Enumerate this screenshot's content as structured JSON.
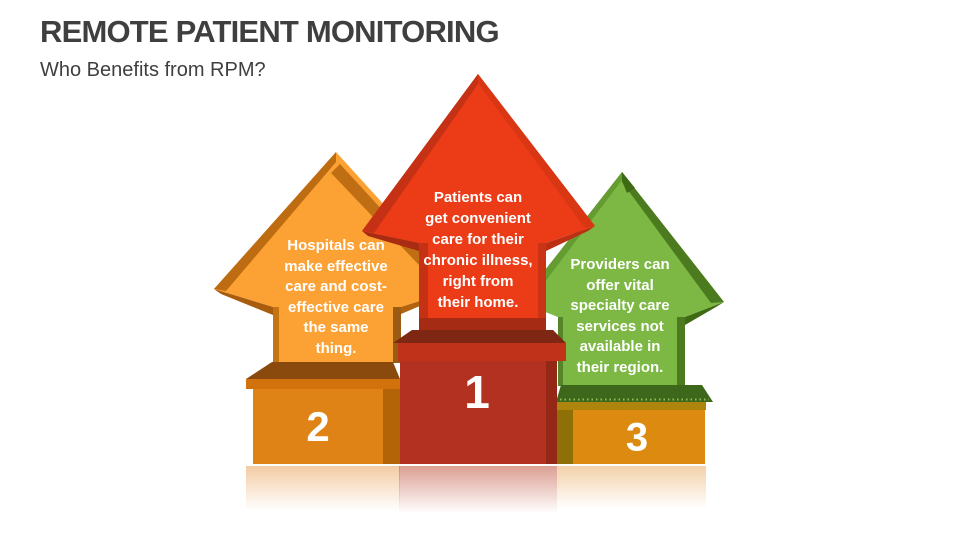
{
  "slide": {
    "title": "REMOTE PATIENT MONITORING",
    "subtitle": "Who Benefits from RPM?",
    "background_color": "#FFFFFF",
    "title_color": "#3F3F3F",
    "text_color": "#FFFFFF"
  },
  "items": [
    {
      "id": "patients",
      "rank": "1",
      "label": "Patients can\nget convenient\ncare for their\nchronic illness,\nright from\ntheir home.",
      "arrow_color": "#EC3B17",
      "pedestal_color": "#B23120"
    },
    {
      "id": "hospitals",
      "rank": "2",
      "label": "Hospitals can\nmake effective\ncare and cost-\neffective care\nthe same\nthing.",
      "arrow_color": "#FCA235",
      "pedestal_color": "#DF8316"
    },
    {
      "id": "providers",
      "rank": "3",
      "label": "Providers can\noffer vital\nspecialty care\nservices not\navailable in\ntheir region.",
      "arrow_color": "#7CB843",
      "pedestal_color": "#DC8A10"
    }
  ]
}
